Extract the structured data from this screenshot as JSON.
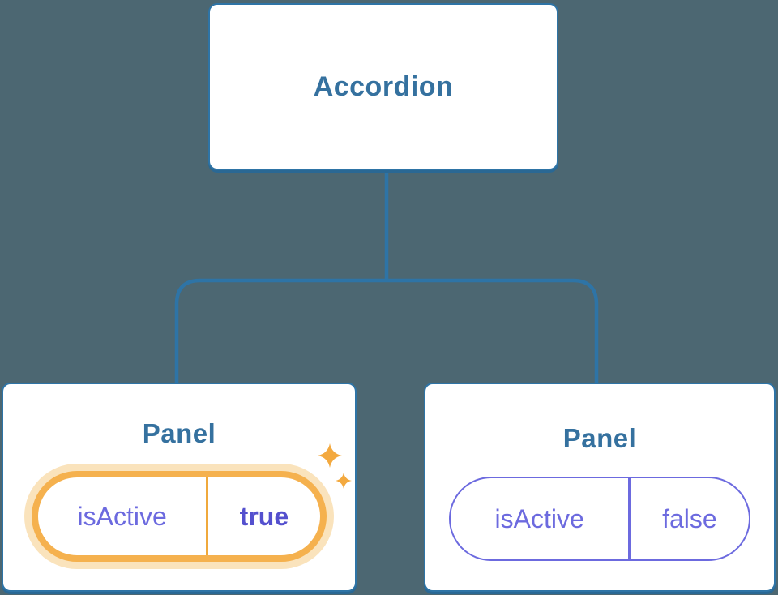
{
  "diagram": {
    "description": "React component tree: Accordion parent with two Panel children showing isActive prop state",
    "root": {
      "label": "Accordion"
    },
    "children": [
      {
        "title": "Panel",
        "prop_name": "isActive",
        "prop_value": "true",
        "state": "active",
        "highlighted": true
      },
      {
        "title": "Panel",
        "prop_name": "isActive",
        "prop_value": "false",
        "state": "inactive",
        "highlighted": false
      }
    ]
  },
  "icons": {
    "sparkle_large": "sparkle-icon",
    "sparkle_small": "sparkle-icon"
  },
  "colors": {
    "background": "#4C6772",
    "connector_blue": "#2E74A6",
    "node_fill": "#FFFFFF",
    "node_shadow": "#2A6894",
    "node_title_blue": "#35719F",
    "prop_purple": "#6C6ADF",
    "prop_value_active_purple": "#5450CE",
    "active_stroke_orange": "#F5B14E",
    "active_halo_orange": "#FAE3BC",
    "active_divider_orange": "#F0A93C",
    "sparkle_orange": "#F3A93F"
  }
}
